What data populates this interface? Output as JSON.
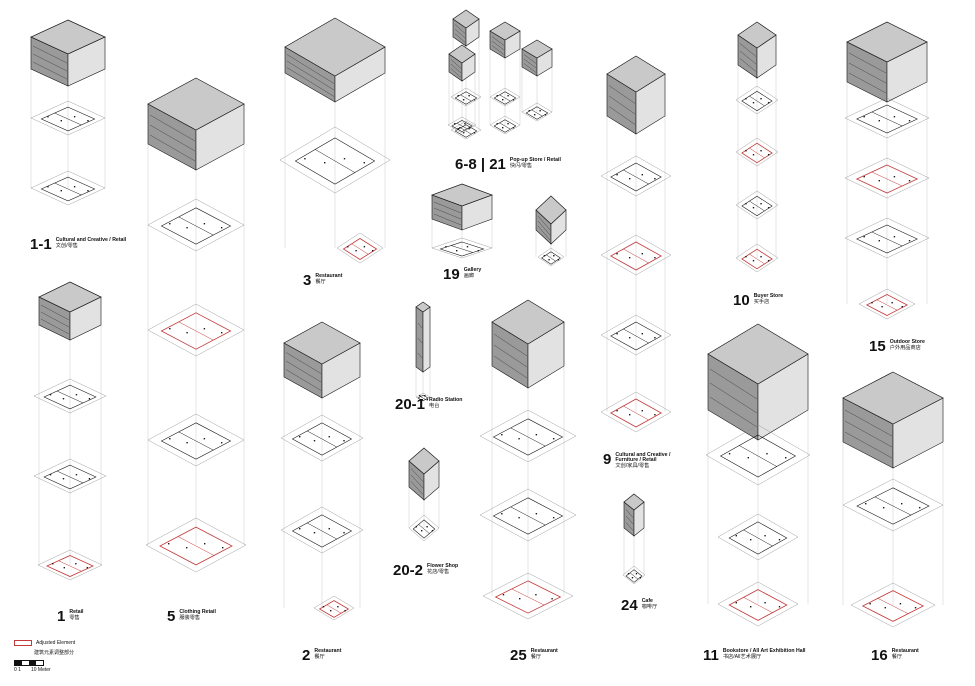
{
  "colors": {
    "ink": "#1a1a1a",
    "adjusted": "#c23a3a",
    "roof": "#c9c9c9",
    "wall": "#9a9a9a",
    "guide": "#b5b5b5"
  },
  "legend": {
    "adjusted_en": "Adjusted Element",
    "adjusted_zh": "建筑元素调整部分",
    "scale_zero": "0 1",
    "scale_unit": "10 Meter"
  },
  "labels": [
    {
      "id": "1-1",
      "num": "1-1",
      "en": "Cultural and Creative / Retail",
      "zh": "文创/零售"
    },
    {
      "id": "1",
      "num": "1",
      "en": "Retail",
      "zh": "零售"
    },
    {
      "id": "5",
      "num": "5",
      "en": "Clothing Retail",
      "zh": "服装零售"
    },
    {
      "id": "3",
      "num": "3",
      "en": "Restaurant",
      "zh": "餐厅"
    },
    {
      "id": "2",
      "num": "2",
      "en": "Restaurant",
      "zh": "餐厅"
    },
    {
      "id": "6-8",
      "num": "6-8 | 21",
      "en": "Pop-up Store / Retail",
      "zh": "快闪/零售"
    },
    {
      "id": "19",
      "num": "19",
      "en": "Gallery",
      "zh": "画廊"
    },
    {
      "id": "20-1",
      "num": "20-1",
      "en": "Radio Station",
      "zh": "电台"
    },
    {
      "id": "20-2",
      "num": "20-2",
      "en": "Flower Shop",
      "zh": "花店/零售"
    },
    {
      "id": "25",
      "num": "25",
      "en": "Restaurant",
      "zh": "餐厅"
    },
    {
      "id": "9",
      "num": "9",
      "en": "Cultural and Creative / Furniture / Retail",
      "zh": "文创/家具/零售"
    },
    {
      "id": "24",
      "num": "24",
      "en": "Cafe",
      "zh": "咖啡厅"
    },
    {
      "id": "10",
      "num": "10",
      "en": "Buyer Store",
      "zh": "买手店"
    },
    {
      "id": "11",
      "num": "11",
      "en": "Bookstore / All Art Exhibition Hall",
      "zh": "书店/All艺术展厅"
    },
    {
      "id": "15",
      "num": "15",
      "en": "Outdoor Store",
      "zh": "户外用品商店"
    },
    {
      "id": "16",
      "num": "16",
      "en": "Restaurant",
      "zh": "餐厅"
    }
  ]
}
